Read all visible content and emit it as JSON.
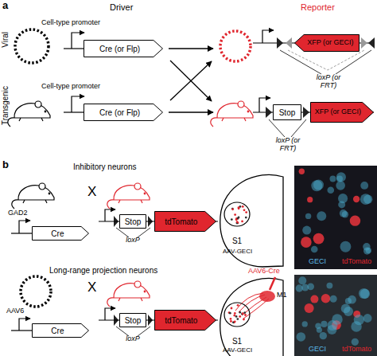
{
  "diagram": {
    "nodes": [
      {
        "text": [
          "Cre (or Flp)"
        ]
      },
      {
        "text": [
          "XFP (or GECI)"
        ]
      },
      {
        "text": [
          "Cre (or Flp)"
        ]
      },
      {
        "text": [
          "Stop"
        ]
      },
      {
        "text": [
          "XFP (or GECI)"
        ]
      },
      {
        "text": [
          "Cre"
        ]
      },
      {
        "text": [
          "Stop"
        ]
      },
      {
        "text": [
          "tdTomato"
        ]
      },
      {
        "text": [
          "S1"
        ]
      },
      {
        "text": [
          "Cre"
        ]
      },
      {
        "text": [
          "Stop"
        ]
      },
      {
        "text": [
          "tdTomato"
        ]
      },
      {
        "text": [
          "S1"
        ]
      }
    ],
    "labels": [
      "a",
      "Driver",
      "Reporter",
      "Viral",
      "Transgenic",
      "Cell-type promoter",
      "Cell-type promoter",
      "loxP (or FRT)",
      "loxP (or FRT)",
      "b",
      "Inhibitory neurons",
      "GAD2",
      "X",
      "loxP",
      "AAV-GECI",
      "GECI",
      "tdTomato",
      "Long-range projection neurons",
      "AAV6",
      "X",
      "loxP",
      "AAV6-Cre",
      "M1",
      "AAV-GECI",
      "GECI",
      "tdTomato"
    ]
  }
}
